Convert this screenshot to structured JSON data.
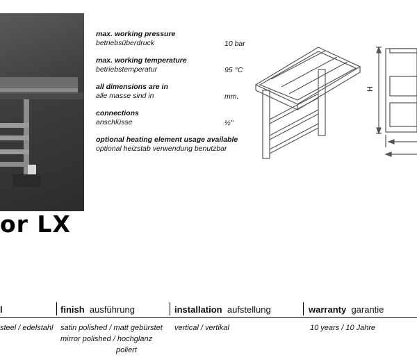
{
  "product": {
    "title_fragment": "or LX"
  },
  "specs": [
    {
      "en": "max. working pressure",
      "de": "betriebsüberdruck",
      "value": "10 bar"
    },
    {
      "en": "max. working temperature",
      "de": "betriebstemperatur",
      "value": "95 °C"
    },
    {
      "en": "all dimensions are in",
      "de": "alle masse sind in",
      "value": "mm."
    },
    {
      "en": "connections",
      "de": "anschlüsse",
      "value": "½\""
    },
    {
      "en": "optional heating element usage available",
      "de": "optional heizstab verwendung benutzbar",
      "value": ""
    }
  ],
  "drawing": {
    "height_label": "H"
  },
  "table": {
    "headers": [
      {
        "bold": "l",
        "light": ""
      },
      {
        "bold": "finish",
        "light": "ausführung"
      },
      {
        "bold": "installation",
        "light": "aufstellung"
      },
      {
        "bold": "warranty",
        "light": "garantie"
      }
    ],
    "row": {
      "material": "steel / edelstahl",
      "finish_line1": "satin polished / matt gebürstet",
      "finish_line2": "mirror polished / hochglanz",
      "finish_line3": "poliert",
      "installation": "vertical / vertikal",
      "warranty": "10 years / 10 Jahre"
    }
  }
}
